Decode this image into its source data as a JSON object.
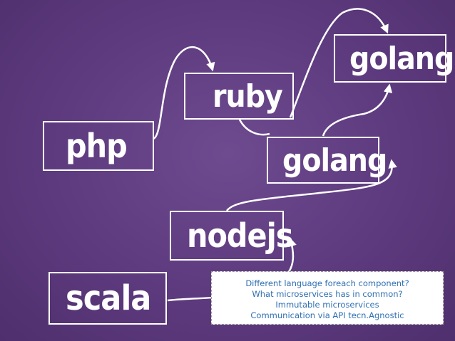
{
  "boxes": {
    "php": "php",
    "ruby": "ruby",
    "golang_top": "golang",
    "golang_mid": "golang",
    "nodejs": "nodejs",
    "scala": "scala"
  },
  "note": {
    "line1": "Different language foreach component?",
    "line2": "What microservices has in common?",
    "line3": "Immutable microservices",
    "line4": "Communication via API tecn.Agnostic"
  },
  "colors": {
    "background": "#5d3a7e",
    "box_border": "#ffffff",
    "text": "#ffffff",
    "note_text": "#2f6fb2",
    "note_background": "#ffffff"
  }
}
